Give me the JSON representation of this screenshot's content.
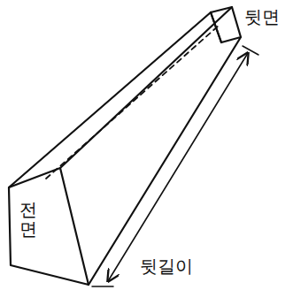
{
  "diagram": {
    "labels": [
      "뒷면",
      "전면",
      "뒷길이"
    ]
  }
}
